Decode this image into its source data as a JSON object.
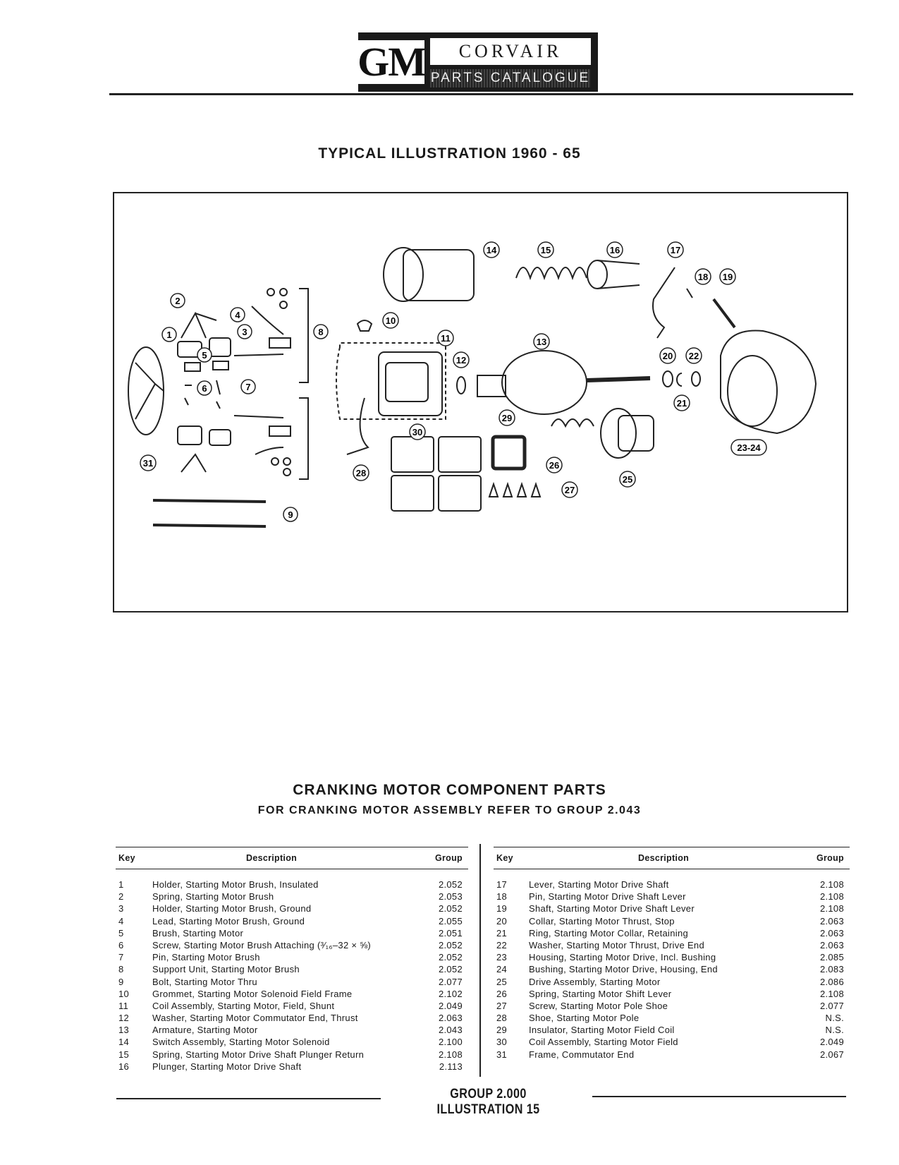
{
  "header": {
    "logo_gm": "GM",
    "logo_top": "CORVAIR",
    "logo_bottom": "PARTS CATALOGUE"
  },
  "illustration": {
    "title": "TYPICAL ILLUSTRATION 1960 - 65",
    "callouts": [
      "1",
      "2",
      "3",
      "4",
      "5",
      "6",
      "7",
      "8",
      "9",
      "10",
      "11",
      "12",
      "13",
      "14",
      "15",
      "16",
      "17",
      "18",
      "19",
      "20",
      "21",
      "22",
      "23-24",
      "25",
      "26",
      "27",
      "28",
      "29",
      "30",
      "31"
    ]
  },
  "section": {
    "title": "CRANKING MOTOR COMPONENT PARTS",
    "subtitle": "FOR CRANKING MOTOR ASSEMBLY REFER TO GROUP 2.043"
  },
  "table": {
    "col_key": "Key",
    "col_desc": "Description",
    "col_group": "Group",
    "left_rows": [
      {
        "key": "1",
        "desc": "Holder, Starting Motor Brush, Insulated",
        "group": "2.052"
      },
      {
        "key": "2",
        "desc": "Spring, Starting Motor Brush",
        "group": "2.053"
      },
      {
        "key": "3",
        "desc": "Holder, Starting Motor Brush, Ground",
        "group": "2.052"
      },
      {
        "key": "4",
        "desc": "Lead, Starting Motor Brush, Ground",
        "group": "2.055"
      },
      {
        "key": "5",
        "desc": "Brush, Starting Motor",
        "group": "2.051"
      },
      {
        "key": "6",
        "desc": "Screw, Starting Motor Brush Attaching (³⁄₁₆–32 × ⅝)",
        "group": "2.052"
      },
      {
        "key": "7",
        "desc": "Pin, Starting Motor Brush",
        "group": "2.052"
      },
      {
        "key": "8",
        "desc": "Support Unit, Starting Motor Brush",
        "group": "2.052"
      },
      {
        "key": "9",
        "desc": "Bolt, Starting Motor Thru",
        "group": "2.077"
      },
      {
        "key": "10",
        "desc": "Grommet, Starting Motor Solenoid Field Frame",
        "group": "2.102"
      },
      {
        "key": "11",
        "desc": "Coil Assembly, Starting Motor, Field, Shunt",
        "group": "2.049"
      },
      {
        "key": "12",
        "desc": "Washer, Starting Motor Commutator End, Thrust",
        "group": "2.063"
      },
      {
        "key": "13",
        "desc": "Armature, Starting Motor",
        "group": "2.043"
      },
      {
        "key": "14",
        "desc": "Switch Assembly, Starting Motor Solenoid",
        "group": "2.100"
      },
      {
        "key": "15",
        "desc": "Spring, Starting Motor Drive Shaft Plunger Return",
        "group": "2.108"
      },
      {
        "key": "16",
        "desc": "Plunger, Starting Motor Drive Shaft",
        "group": "2.113"
      }
    ],
    "right_rows": [
      {
        "key": "17",
        "desc": "Lever, Starting Motor Drive Shaft",
        "group": "2.108"
      },
      {
        "key": "18",
        "desc": "Pin, Starting Motor Drive Shaft Lever",
        "group": "2.108"
      },
      {
        "key": "19",
        "desc": "Shaft, Starting Motor Drive Shaft Lever",
        "group": "2.108"
      },
      {
        "key": "20",
        "desc": "Collar, Starting Motor Thrust, Stop",
        "group": "2.063"
      },
      {
        "key": "21",
        "desc": "Ring, Starting Motor Collar, Retaining",
        "group": "2.063"
      },
      {
        "key": "22",
        "desc": "Washer, Starting Motor Thrust, Drive End",
        "group": "2.063"
      },
      {
        "key": "23",
        "desc": "Housing, Starting Motor Drive, Incl. Bushing",
        "group": "2.085"
      },
      {
        "key": "24",
        "desc": "Bushing, Starting Motor Drive, Housing, End",
        "group": "2.083"
      },
      {
        "key": "25",
        "desc": "Drive Assembly, Starting Motor",
        "group": "2.086"
      },
      {
        "key": "26",
        "desc": "Spring, Starting Motor Shift Lever",
        "group": "2.108"
      },
      {
        "key": "27",
        "desc": "Screw, Starting Motor Pole Shoe",
        "group": "2.077"
      },
      {
        "key": "28",
        "desc": "Shoe, Starting Motor Pole",
        "group": "N.S."
      },
      {
        "key": "29",
        "desc": "Insulator, Starting Motor Field Coil",
        "group": "N.S."
      },
      {
        "key": "30",
        "desc": "Coil Assembly, Starting Motor Field",
        "group": "2.049"
      },
      {
        "key": "31",
        "desc": "Frame, Commutator End",
        "group": "2.067"
      }
    ]
  },
  "footer": {
    "text": "GROUP 2.000 ILLUSTRATION 15"
  }
}
